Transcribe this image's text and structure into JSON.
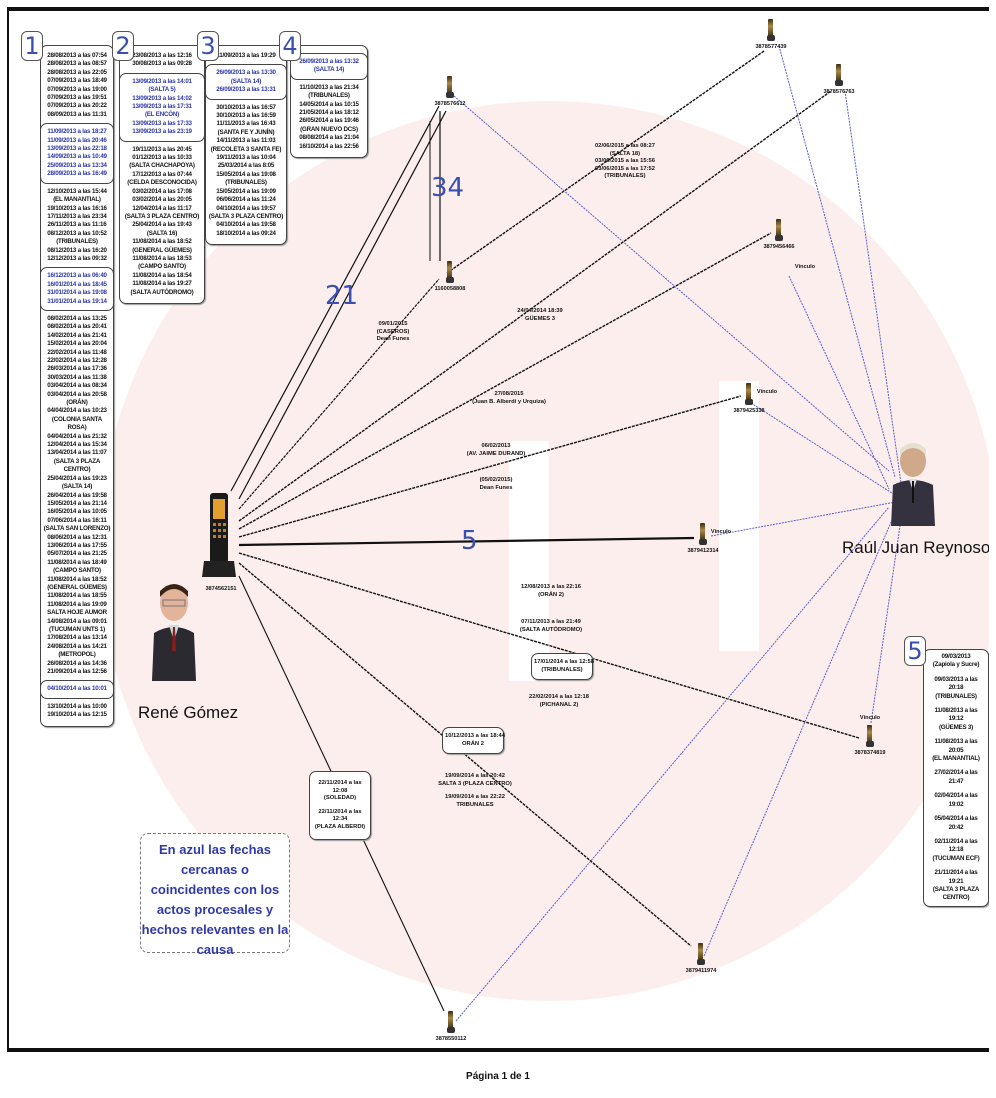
{
  "columns": [
    {
      "number": "1",
      "groups": [
        {
          "highlight": false,
          "lines": [
            "28/08/2013 a las 07:54",
            "28/08/2013 a las 08:57",
            "28/08/2013 a las 22:05",
            "07/09/2013 a las 18:49",
            "07/09/2013 a las 19:00",
            "07/09/2013 a las 19:51",
            "07/09/2013 a las 20:22",
            "08/09/2013 a las 11:31"
          ]
        },
        {
          "highlight": true,
          "lines": [
            "11/09/2013 a las 18:27",
            "11/09/2013 a las 20:46",
            "13/09/2013 a las 22:18",
            "14/09/2013 a las 10:49",
            "25/09/2013 a las 13:34",
            "28/09/2013 a las 16:49"
          ]
        },
        {
          "highlight": false,
          "lines": [
            "12/10/2013 a las 15:44",
            "(EL MANANTIAL)",
            "19/10/2013 a las 16:16",
            "17/11/2013 a las 23:34",
            "26/11/2013 a las 11:16",
            "08/12/2013 a las 10:52",
            "(TRIBUNALES)",
            "08/12/2013 a las 16:20",
            "12/12/2013 a las 09:32"
          ]
        },
        {
          "highlight": true,
          "lines": [
            "16/12/2013 a las 06:40",
            "16/01/2014 a las 18:45",
            "31/01/2014 a las 19:08",
            "31/01/2014 a las 19:14"
          ]
        },
        {
          "highlight": false,
          "lines": [
            "08/02/2014 a las 13:25",
            "08/02/2014 a las 20:41",
            "14/02/2014 a las 21:41",
            "15/02/2014 a las 20:04",
            "22/02/2014 a las 11:48",
            "22/02/2014 a las 12:28",
            "26/03/2014 a las 17:36",
            "30/03/2014 a las 11:38",
            "03/04/2014 a las 08:34",
            "03/04/2014 a las 20:58",
            "(ORÁN)",
            "04/04/2014 a las 10:23",
            "(COLONIA SANTA ROSA)",
            "04/04/2014 a las 21:32",
            "12/04/2014 a las 15:34",
            "13/04/2014 a las 11:07",
            "(SALTA 3 PLAZA CENTRO)",
            "25/04/2014 a las 19:23",
            "(SALTA 14)",
            "26/04/2014 a las 19:58",
            "15/05/2014 a las 21:14",
            "16/05/2014 a las 10:05",
            "07/06/2014 a las 16:11",
            "(SALTA SAN LORENZO)",
            "08/06/2014 a las 12:31",
            "13/06/2014 a las 17:55",
            "05/07/2014 a las 21:25",
            "11/08/2014 a las 18:49",
            "(CAMPO SANTO)",
            "11/08/2014 a las 18:52",
            "(GENERAL GÜEMES)",
            "11/08/2014 a las 18:55",
            "11/08/2014 a las 19:09",
            "SALTA HOJE AUMOR",
            "14/08/2014 a las 09:01",
            "(TUCUMAN UNTS 1)",
            "17/08/2014 a las 13:14",
            "24/08/2014 a las 14:21",
            "(METROPOL)",
            "26/08/2014 a las 14:36",
            "21/09/2014 a las 12:56"
          ]
        },
        {
          "highlight": true,
          "lines": [
            "04/10/2014 a las 10:01"
          ]
        },
        {
          "highlight": false,
          "lines": [
            "13/10/2014 a las 10:00",
            "19/10/2014 a las 12:15"
          ]
        }
      ]
    },
    {
      "number": "2",
      "groups": [
        {
          "highlight": false,
          "lines": [
            "23/08/2013 a las 12:16",
            "30/08/2013 a las 09:28"
          ]
        },
        {
          "highlight": true,
          "lines": [
            "13/09/2013 a las 14:01",
            "(SALTA 5)",
            "13/09/2013 a las 14:02",
            "13/09/2013 a las 17:31",
            "(EL ENCÓN)",
            "13/09/2013 a las 17:33",
            "13/09/2013 a las 23:19"
          ]
        },
        {
          "highlight": false,
          "lines": [
            "19/11/2013 a las 20:45",
            "01/12/2013 a las 10:33",
            "(SALTA CHACHAPOYA)",
            "17/12/2013 a las 07:44",
            "(CELDA DESCONOCIDA)",
            "03/02/2014 a las 17:08",
            "03/02/2014 a las 20:05",
            "12/04/2014 a las 11:17",
            "(SALTA 3 PLAZA CENTRO)",
            "25/04/2014 a las 19:43",
            "(SALTA 16)",
            "11/08/2014 a las 18:52",
            "(GENERAL GÜEMES)",
            "11/08/2014 a las 18:53",
            "(CAMPO SANTO)",
            "11/08/2014 a las 18:54",
            "11/08/2014 a las 19:27",
            "(SALTA AUTÓDROMO)"
          ]
        }
      ]
    },
    {
      "number": "3",
      "groups": [
        {
          "highlight": false,
          "lines": [
            "11/09/2013 a las 19:29"
          ]
        },
        {
          "highlight": true,
          "lines": [
            "26/09/2013 a las 13:30",
            "(SALTA 14)",
            "26/09/2013 a las 13:31"
          ]
        },
        {
          "highlight": false,
          "lines": [
            "30/10/2013 a las 16:57",
            "30/10/2013 a las 16:59",
            "11/11/2013 a las 16:43",
            "(SANTA FE Y JUNÍN)",
            "14/11/2013 a las 11:03",
            "(RECOLETA 3 SANTA FE)",
            "19/11/2013 a las 10:04",
            "25/03/2014 a las 8:05",
            "15/05/2014 a las 19:08",
            "(TRIBUNALES)",
            "15/05/2014 a las 19:09",
            "06/06/2014 a las 11:24",
            "04/10/2014 a las 19:57",
            "(SALTA 3 PLAZA CENTRO)",
            "04/10/2014 a las 19:58",
            "18/10/2014 a las 09:24"
          ]
        }
      ]
    },
    {
      "number": "4",
      "groups": [
        {
          "highlight": true,
          "lines": [
            "26/09/2013 a las 13:32",
            "(SALTA 14)"
          ]
        },
        {
          "highlight": false,
          "lines": [
            "11/10/2013 a las 21:34",
            "(TRIBUNALES)",
            "14/05/2014 a las 10:15",
            "21/05/2014 a las 18:12",
            "26/05/2014 a las 19:46",
            "(GRAN NUEVO DCS)",
            "08/08/2014 a las 21:04",
            "16/10/2014 a las 22:56"
          ]
        }
      ]
    }
  ],
  "right_column": {
    "number": "5",
    "lines": [
      "09/03/2013",
      "(Zapiola y Sucre)",
      "",
      "09/03/2013 a las",
      "20:18",
      "(TRIBUNALES)",
      "",
      "11/08/2013 a las",
      "19:12",
      "(GÜEMES 3)",
      "",
      "11/08/2013 a las",
      "20:05",
      "(EL MANANTIAL)",
      "",
      "27/02/2014 a las",
      "21:47",
      "",
      "02/04/2014 a las",
      "19:02",
      "",
      "05/04/2014 a las",
      "20:42",
      "",
      "02/11/2014 a las",
      "12:18",
      "(TUCUMAN ECF)",
      "",
      "21/11/2014 a las",
      "19:21",
      "(SALTA 3 PLAZA",
      "CENTRO)"
    ]
  },
  "persons": {
    "left": {
      "name": "René Gómez",
      "phone": "3874562151"
    },
    "right": {
      "name": "Raúl Juan Reynoso"
    }
  },
  "phones": [
    {
      "id": "p1",
      "number": "3878576612"
    },
    {
      "id": "p2",
      "number": "1160058808"
    },
    {
      "id": "p3",
      "number": "3878577439"
    },
    {
      "id": "p4",
      "number": "3878576763"
    },
    {
      "id": "p5",
      "number": "3879456466",
      "tag": "Vínculo"
    },
    {
      "id": "p6",
      "number": "3879425338",
      "tag": "Vínculo"
    },
    {
      "id": "p7",
      "number": "3879412314",
      "tag": "Vínculo"
    },
    {
      "id": "p8",
      "number": "3878374819",
      "tag": "Vínculo"
    },
    {
      "id": "p9",
      "number": "3879411974"
    },
    {
      "id": "p10",
      "number": "3878550112"
    }
  ],
  "link_labels": {
    "p3_dates": [
      "02/06/2015 a las 08:27",
      "(SALTA 18)",
      "03/06/2015 a las 15:56",
      "03/06/2015 a las 17:52",
      "(TRIBUNALES)"
    ],
    "p2_dates": [
      "09/01/2015",
      "(CASEROS)",
      "Dean Funes"
    ],
    "p4_dates": [
      "24/04/2014 18:39",
      "GÜEMES 3"
    ],
    "p5_dates": [
      "27/08/2015",
      "(Juan B. Alberdi y Urquiza)"
    ],
    "p6_dates_a": [
      "06/02/2013",
      "(AV. JAIME DURAND)"
    ],
    "p6_dates_b": [
      "(05/02/2015)",
      "Dean Funes"
    ],
    "p8_dates_a": [
      "12/08/2013 a las 22:16",
      "(ORÁN 2)"
    ],
    "p8_dates_b": [
      "07/11/2013 a las 21:49",
      "(SALTA AUTÓDROMO)"
    ],
    "p8_highlight": [
      "17/01/2014 a las 12:58",
      "(TRIBUNALES)"
    ],
    "p8_dates_c": [
      "22/02/2014 a las 12:18",
      "(PICHANAL 2)"
    ],
    "p9_highlight": [
      "10/12/2013 a las 18:44",
      "ORÁN 2"
    ],
    "p9_dates": [
      "19/09/2014 a las 20:42",
      "SALTA 3 (PLAZA CENTRO)",
      "",
      "19/09/2014 a las 22:22",
      "TRIBUNALES"
    ],
    "p10_dates": [
      "22/11/2014 a las",
      "12:08",
      "(SOLEDAD)",
      "",
      "22/11/2014 a las",
      "12:34",
      "(PLAZA ALBERDI)"
    ]
  },
  "edge_counts": {
    "to_p1": "21",
    "p1_p2": "34",
    "to_p7": "5"
  },
  "legend": {
    "text": "En azul las fechas cercanas o coincidentes con los actos procesales y hechos relevantes en la causa"
  },
  "footer": {
    "page": "Página 1 de 1"
  },
  "colors": {
    "blue_text": "#2b35a8",
    "link_black": "#111111",
    "link_blue": "#5a5ec8",
    "watermark": "#fdeeee"
  }
}
